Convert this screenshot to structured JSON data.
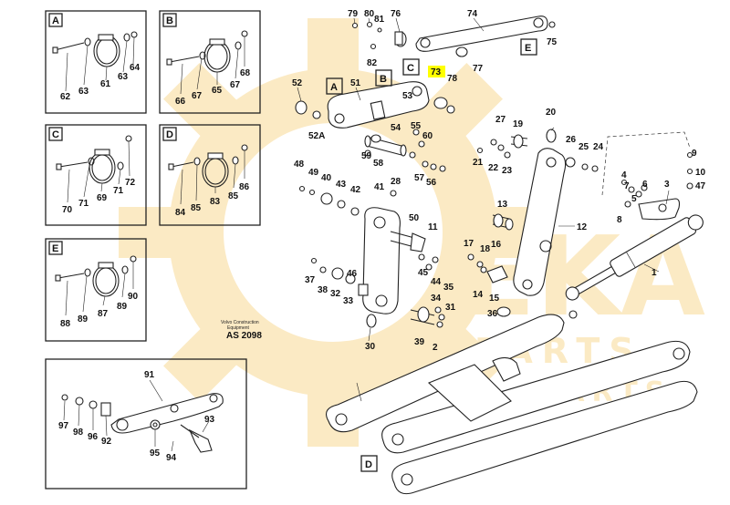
{
  "inset_boxes": [
    {
      "letter": "A",
      "parts": [
        "62",
        "63",
        "61",
        "63",
        "64"
      ]
    },
    {
      "letter": "B",
      "parts": [
        "66",
        "67",
        "65",
        "67",
        "68"
      ]
    },
    {
      "letter": "C",
      "parts": [
        "70",
        "71",
        "69",
        "71",
        "72"
      ]
    },
    {
      "letter": "D",
      "parts": [
        "84",
        "85",
        "83",
        "85",
        "86"
      ]
    },
    {
      "letter": "E",
      "parts": [
        "88",
        "89",
        "87",
        "89",
        "90"
      ]
    }
  ],
  "bottom_inset_parts": [
    "91",
    "97",
    "98",
    "96",
    "92",
    "93",
    "95",
    "94"
  ],
  "main_letters": [
    "A",
    "B",
    "C",
    "D",
    "E"
  ],
  "caption_lines": [
    "Volvo Construction",
    "Equipment",
    "AS 2098"
  ],
  "highlighted_part": "73",
  "highlight_color": "#ffff00",
  "main_parts": [
    "79",
    "80",
    "81",
    "76",
    "74",
    "82",
    "75",
    "77",
    "52",
    "51",
    "73",
    "78",
    "52A",
    "53",
    "54",
    "55",
    "59",
    "58",
    "57",
    "56",
    "60",
    "27",
    "19",
    "20",
    "21",
    "22",
    "23",
    "26",
    "25",
    "24",
    "4",
    "7",
    "6",
    "5",
    "3",
    "8",
    "9",
    "10",
    "47",
    "48",
    "49",
    "40",
    "43",
    "42",
    "28",
    "41",
    "50",
    "11",
    "12",
    "13",
    "16",
    "17",
    "18",
    "14",
    "15",
    "36",
    "37",
    "38",
    "32",
    "33",
    "46",
    "45",
    "44",
    "35",
    "34",
    "31",
    "30",
    "39",
    "2",
    "1"
  ],
  "watermark": {
    "brand": "EKA",
    "sub1": "PARTS",
    "sub2": "PARTS",
    "color": "#f5c45a"
  }
}
